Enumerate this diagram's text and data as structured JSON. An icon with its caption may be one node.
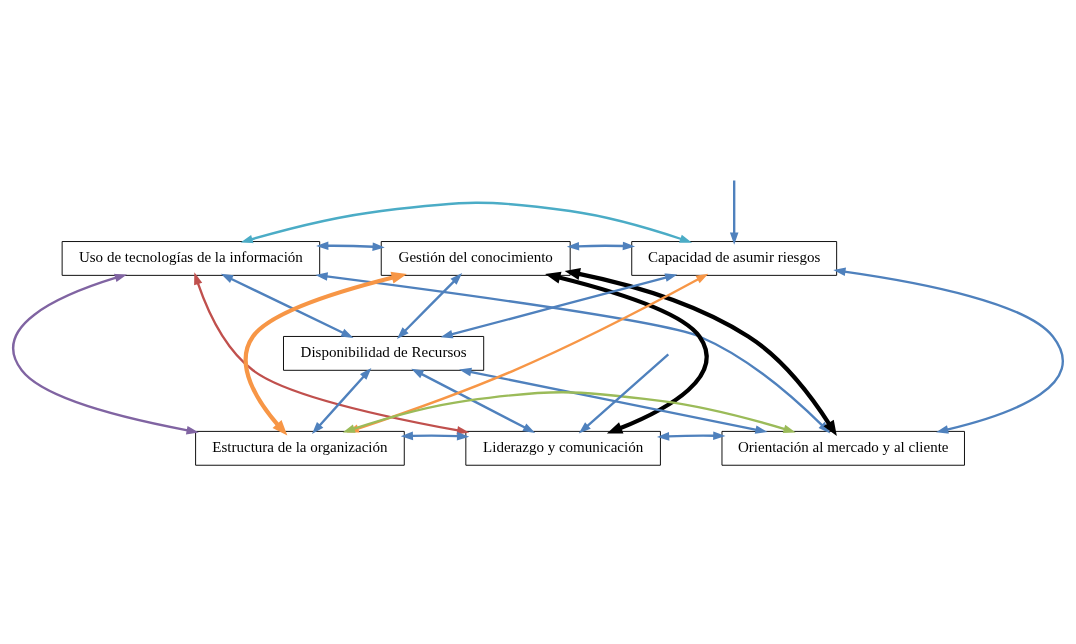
{
  "diagram": {
    "nodes": [
      {
        "text": [
          "Uso de tecnologías de la información"
        ]
      },
      {
        "text": [
          "Gestión del conocimiento"
        ]
      },
      {
        "text": [
          "Capacidad de asumir riesgos"
        ]
      },
      {
        "text": [
          "Disponibilidad de Recursos"
        ]
      },
      {
        "text": [
          "Estructura de la organización"
        ]
      },
      {
        "text": [
          "Liderazgo y comunicación"
        ]
      },
      {
        "text": [
          "Orientación al mercado y al cliente"
        ]
      }
    ],
    "edges": [
      {
        "from": 0,
        "to": 1,
        "arrow": "both"
      },
      {
        "from": 1,
        "to": 2,
        "arrow": "both"
      },
      {
        "from": 0,
        "to": 3,
        "arrow": "both"
      },
      {
        "from": 1,
        "to": 3,
        "arrow": "both"
      },
      {
        "from": 2,
        "to": 3,
        "arrow": "both"
      },
      {
        "from": 3,
        "to": 4,
        "arrow": "both"
      },
      {
        "from": 3,
        "to": 5,
        "arrow": "both"
      },
      {
        "from": 3,
        "to": 6,
        "arrow": "both"
      },
      {
        "from": 4,
        "to": 5,
        "arrow": "both"
      },
      {
        "from": 5,
        "to": 6,
        "arrow": "both"
      },
      {
        "from": 2,
        "to": 6,
        "arrow": "both"
      },
      {
        "from": 0,
        "to": 4,
        "arrow": "both",
        "color": "#8064a2"
      },
      {
        "from": 0,
        "to": 2,
        "arrow": "both",
        "color": "#4bacc6"
      },
      {
        "from": 4,
        "to": 2,
        "arrow": "both",
        "color": "#f79646"
      },
      {
        "from": 1,
        "to": 4,
        "arrow": "both",
        "color": "#f79646",
        "style": "thick"
      },
      {
        "from": 1,
        "to": 6,
        "arrow": "both",
        "color": "#000000",
        "style": "thick"
      },
      {
        "from": 1,
        "to": 5,
        "arrow": "both",
        "color": "#000000",
        "style": "thick"
      },
      {
        "from": 0,
        "to": 5,
        "arrow": "both",
        "color": "#c0504d"
      },
      {
        "from": 4,
        "to": 6,
        "arrow": "both",
        "color": "#9bbb59"
      },
      {
        "from": 0,
        "to": 6,
        "arrow": "both"
      },
      {
        "from": null,
        "to": 5,
        "arrow": "to"
      },
      {
        "from": null,
        "to": 2,
        "arrow": "to"
      }
    ]
  }
}
